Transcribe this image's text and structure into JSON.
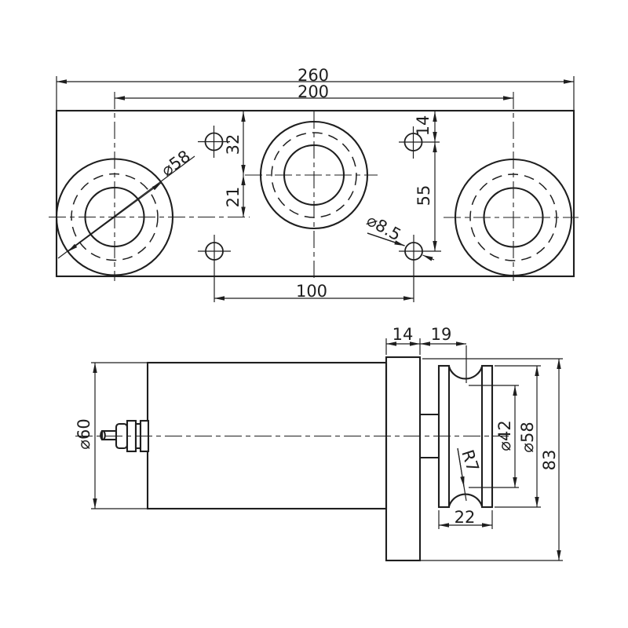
{
  "drawing": {
    "background": "#ffffff",
    "line_color": "#1e1e1e",
    "top_view": {
      "overall_width": "260",
      "center_distance": "200",
      "hole_spacing": "100",
      "top_to_mid_center": "32",
      "mid_to_outer_center": "21",
      "edge_to_hole": "14",
      "holes_vertical": "55",
      "pulley_diameter": "⌀58",
      "hole_diameter": "⌀8.5"
    },
    "side_view": {
      "plate_thickness": "14",
      "plate_to_groove": "19",
      "body_diameter": "⌀60",
      "groove_diameter": "⌀42",
      "flange_diameter": "⌀58",
      "plate_height": "83",
      "pulley_width": "22",
      "groove_radius": "R7"
    }
  }
}
